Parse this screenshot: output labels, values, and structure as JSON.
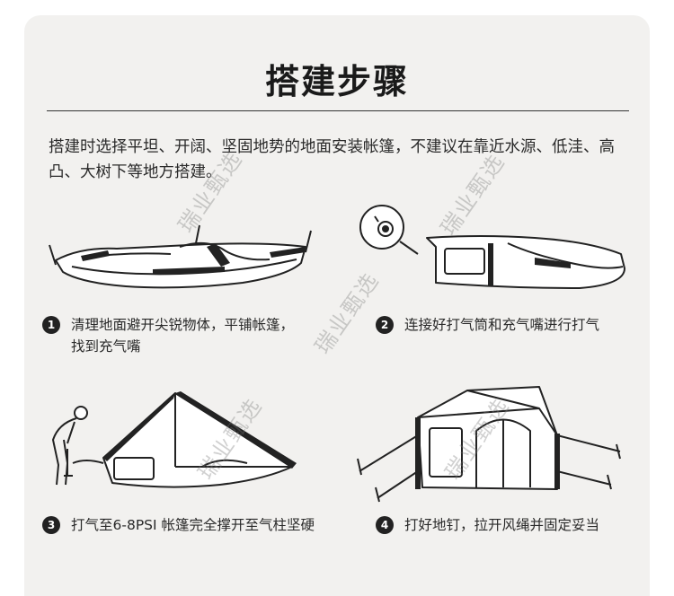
{
  "title": "搭建步骤",
  "intro": "搭建时选择平坦、开阔、坚固地势的地面安装帐篷，不建议在靠近水源、低洼、高凸、大树下等地方搭建。",
  "steps": [
    {
      "num": "1",
      "text": "清理地面避开尖锐物体，平铺帐篷，\n找到充气嘴"
    },
    {
      "num": "2",
      "text": "连接好打气筒和充气嘴进行打气"
    },
    {
      "num": "3",
      "text": "打气至6-8PSI 帐篷完全撑开至气柱坚硬"
    },
    {
      "num": "4",
      "text": "打好地钉，拉开风绳并固定妥当"
    }
  ],
  "watermark": "瑞业甄选",
  "icons": [
    "flat-tent-icon",
    "valve-tent-icon",
    "inflating-tent-icon",
    "pitched-tent-icon"
  ]
}
